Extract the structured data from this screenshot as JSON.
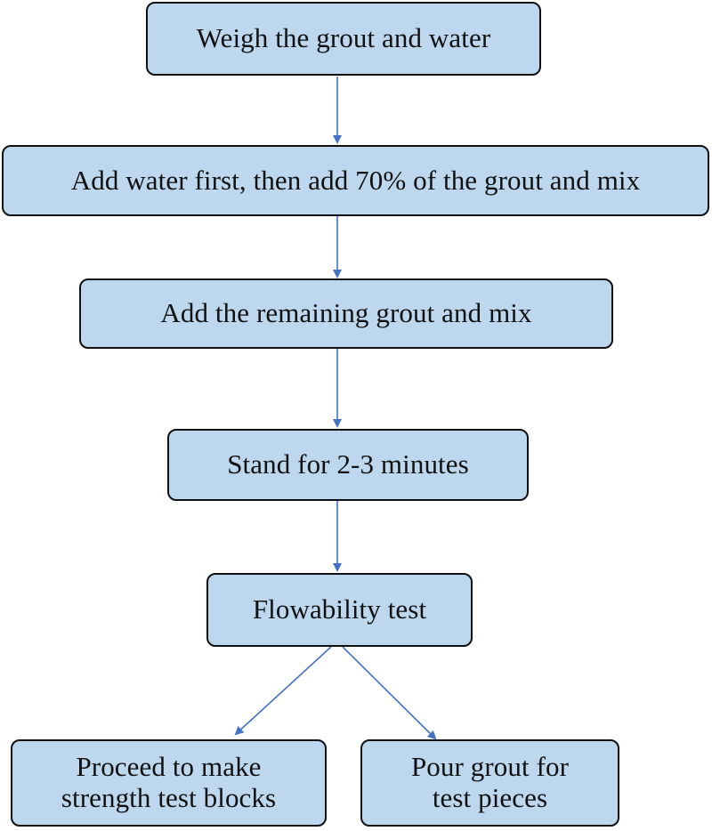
{
  "steps": {
    "weigh": "Weigh the grout and water",
    "add_water": "Add water first, then add 70% of the grout and mix",
    "add_remaining": "Add the remaining grout and mix",
    "stand": "Stand for 2-3 minutes",
    "flowability": "Flowability test"
  },
  "branches": {
    "strength": {
      "line1": "Proceed to make",
      "line2": "strength test blocks"
    },
    "pour": {
      "line1": "Pour grout for",
      "line2": "test pieces"
    }
  },
  "colors": {
    "box_fill": "#bdd7ee",
    "box_border": "#111111",
    "arrow": "#4472c4"
  }
}
